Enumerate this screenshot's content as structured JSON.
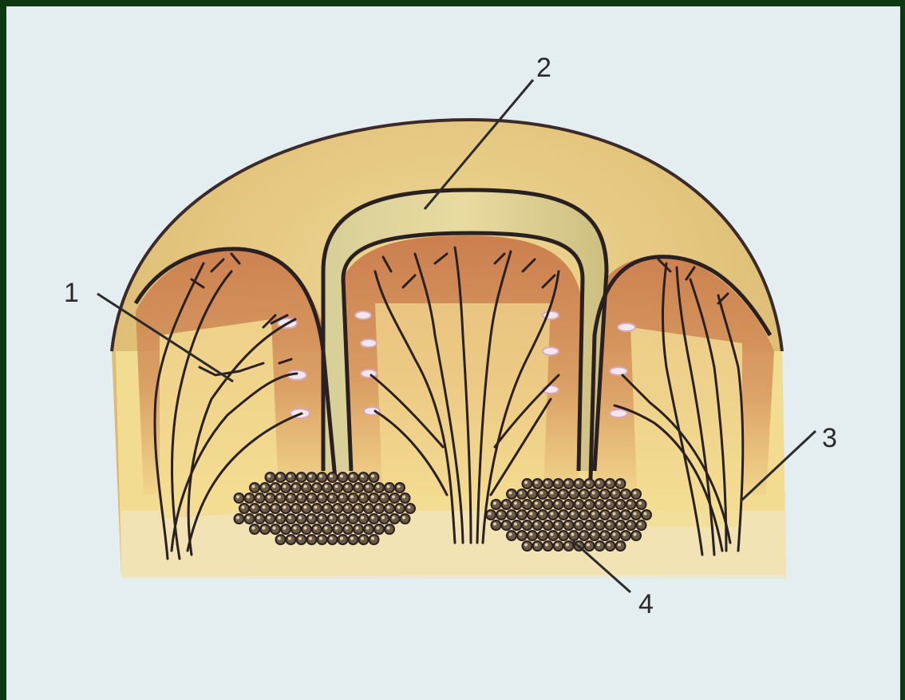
{
  "labels": {
    "l1": "1",
    "l2": "2",
    "l3": "3",
    "l4": "4"
  },
  "colors": {
    "background": "#0d3a10",
    "paper": "#e4eef1",
    "outer_cap": "#e5c97a",
    "tissue_yellow": "#f3dc8c",
    "tissue_orange": "#c8794a",
    "capsule_band": "#d6c98a",
    "outline": "#2b2020",
    "nodule_fill": "#5a4a3a"
  }
}
